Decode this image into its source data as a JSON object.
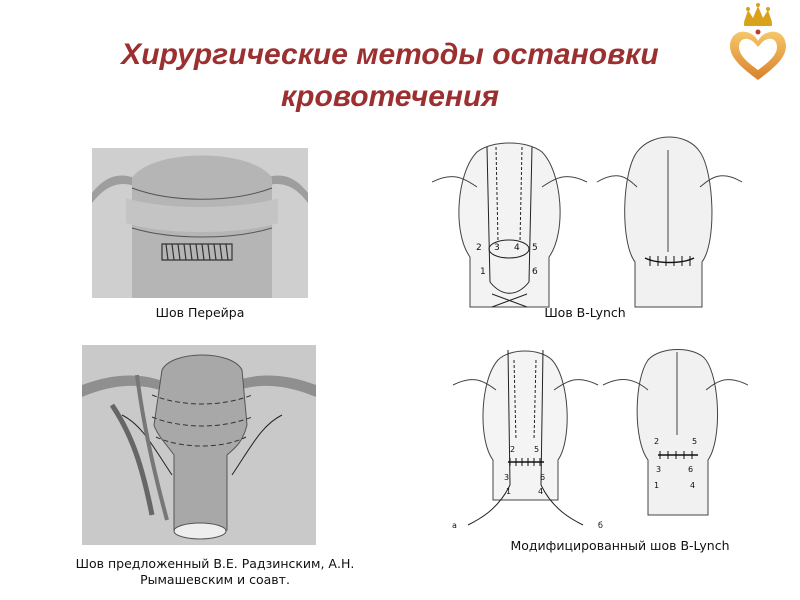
{
  "slide": {
    "title": "Хирургические методы остановки кровотечения"
  },
  "figures": {
    "pereira": {
      "caption": "Шов Перейра"
    },
    "blynch": {
      "caption": "Шов B-Lynch",
      "labels": [
        "2",
        "3",
        "4",
        "5",
        "1",
        "6"
      ]
    },
    "radzinsky": {
      "caption": "Шов предложенный В.Е. Радзинским, А.Н. Рымашевским и соавт."
    },
    "modified": {
      "caption": "Модифицированный шов B-Lynch",
      "labels_left": [
        "2",
        "5",
        "3",
        "6",
        "1",
        "4"
      ],
      "labels_right": [
        "2",
        "5",
        "3",
        "6",
        "1",
        "4"
      ],
      "panel_a": "a",
      "panel_b": "б"
    }
  },
  "logo": {
    "icon": "crown-heart-icon",
    "colors": {
      "crown": "#d9a21b",
      "heart": "#e8a13a"
    }
  }
}
